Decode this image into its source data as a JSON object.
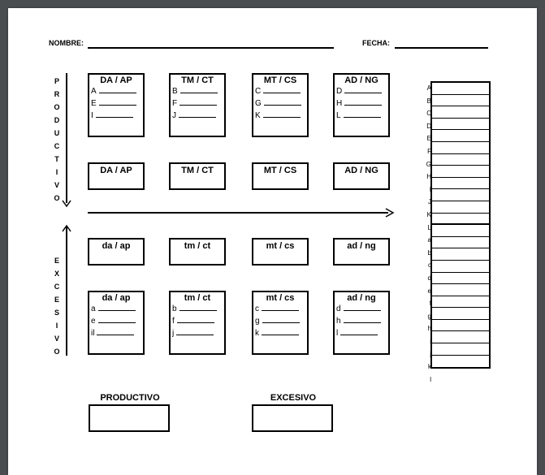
{
  "header": {
    "nombre_label": "NOMBRE:",
    "fecha_label": "FECHA:"
  },
  "left_labels": {
    "productivo": [
      "P",
      "R",
      "O",
      "D",
      "U",
      "C",
      "T",
      "I",
      "V",
      "O"
    ],
    "excesivo": [
      "E",
      "X",
      "C",
      "E",
      "S",
      "I",
      "V",
      "O"
    ]
  },
  "productivo_row1": [
    {
      "title": "DA / AP",
      "items": [
        "A",
        "E",
        "I"
      ]
    },
    {
      "title": "TM / CT",
      "items": [
        "B",
        "F",
        "J"
      ]
    },
    {
      "title": "MT / CS",
      "items": [
        "C",
        "G",
        "K"
      ]
    },
    {
      "title": "AD / NG",
      "items": [
        "D",
        "H",
        "L"
      ]
    }
  ],
  "productivo_row2": [
    "DA / AP",
    "TM / CT",
    "MT / CS",
    "AD / NG"
  ],
  "excesivo_row1": [
    "da / ap",
    "tm / ct",
    "mt / cs",
    "ad / ng"
  ],
  "excesivo_row2": [
    {
      "title": "da / ap",
      "items": [
        "a",
        "e",
        "il"
      ]
    },
    {
      "title": "tm / ct",
      "items": [
        "b",
        "f",
        "j"
      ]
    },
    {
      "title": "mt / cs",
      "items": [
        "c",
        "g",
        "k"
      ]
    },
    {
      "title": "ad / ng",
      "items": [
        "d",
        "h",
        "l"
      ]
    }
  ],
  "answer_labels_upper": [
    "A",
    "B",
    "C",
    "D",
    "E",
    "F",
    "G",
    "H",
    "I",
    "J",
    "K",
    "L"
  ],
  "answer_labels_lower": [
    "a",
    "b",
    "c",
    "d",
    "e",
    "f",
    "g",
    "h",
    "i",
    "j",
    "k",
    "l"
  ],
  "footer": {
    "productivo_label": "PRODUCTIVO",
    "excesivo_label": "EXCESIVO"
  }
}
